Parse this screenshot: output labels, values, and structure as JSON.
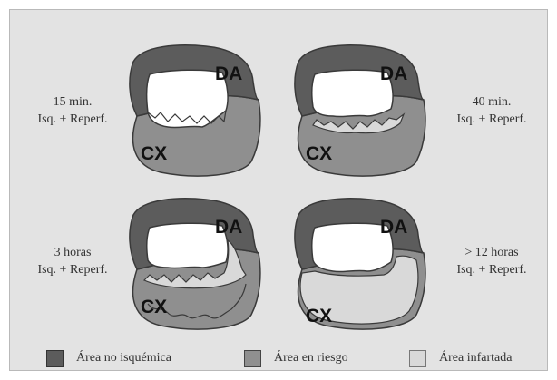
{
  "panels": [
    {
      "caption": [
        "15 min.",
        "Isq. + Reperf."
      ],
      "label_top": "DA",
      "label_bottom": "CX"
    },
    {
      "caption": [
        "40 min.",
        "Isq. + Reperf."
      ],
      "label_top": "DA",
      "label_bottom": "CX"
    },
    {
      "caption": [
        "3 horas",
        "Isq. + Reperf."
      ],
      "label_top": "DA",
      "label_bottom": "CX"
    },
    {
      "caption": [
        "> 12 horas",
        "Isq. + Reperf."
      ],
      "label_top": "DA",
      "label_bottom": "CX"
    }
  ],
  "legend": [
    {
      "label": "Área no isquémica",
      "color": "#5c5c5c"
    },
    {
      "label": "Área en riesgo",
      "color": "#8f8f8f"
    },
    {
      "label": "Área infartada",
      "color": "#d9d9d9"
    }
  ],
  "colors": {
    "background": "#e3e3e3",
    "non_ischemic": "#5c5c5c",
    "at_risk": "#8f8f8f",
    "infarcted": "#d9d9d9",
    "cavity": "#ffffff",
    "outline": "#3a3a3a"
  }
}
